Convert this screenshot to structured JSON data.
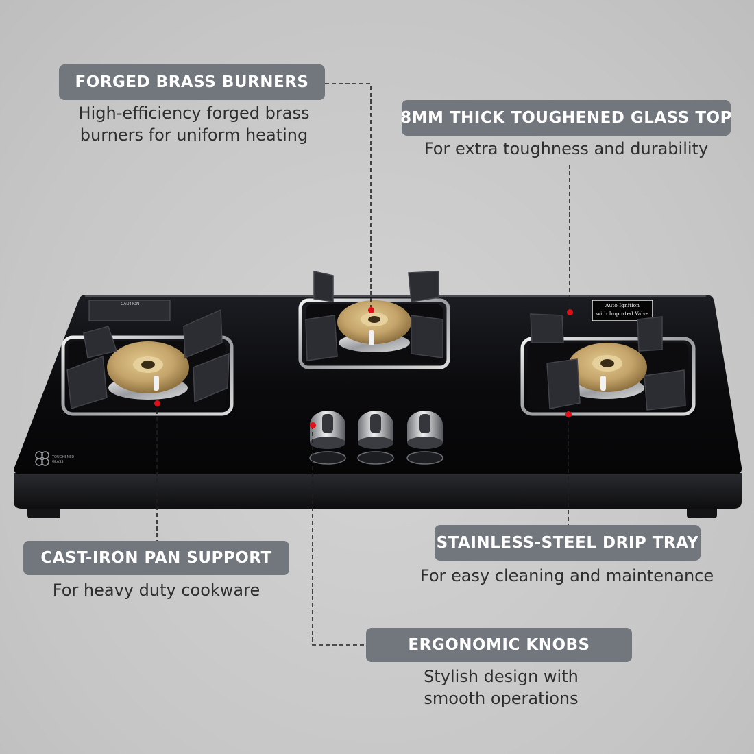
{
  "callouts": {
    "burners": {
      "title": "FORGED BRASS BURNERS",
      "description": "High-efficiency forged brass\nburners for uniform heating"
    },
    "glass_top": {
      "title": "8MM THICK TOUGHENED GLASS TOP",
      "description": "For extra toughness and durability"
    },
    "pan_support": {
      "title": "CAST-IRON PAN SUPPORT",
      "description": "For heavy duty cookware"
    },
    "drip_tray": {
      "title": "STAINLESS-STEEL DRIP TRAY",
      "description": "For easy cleaning and maintenance"
    },
    "knobs": {
      "title": "ERGONOMIC KNOBS",
      "description": "Stylish design with\nsmooth operations"
    }
  },
  "product": {
    "sticker_line1": "Auto Ignition",
    "sticker_line2": "with Imported Valve",
    "caution_label": "CAUTION",
    "toughened_label_1": "TOUGHENED",
    "toughened_label_2": "GLASS"
  },
  "colors": {
    "background": "#c9c9c9",
    "pill": "#72767d",
    "marker": "#e10d18",
    "glass": "#0a0a0d",
    "brass": "#c4a46a"
  }
}
